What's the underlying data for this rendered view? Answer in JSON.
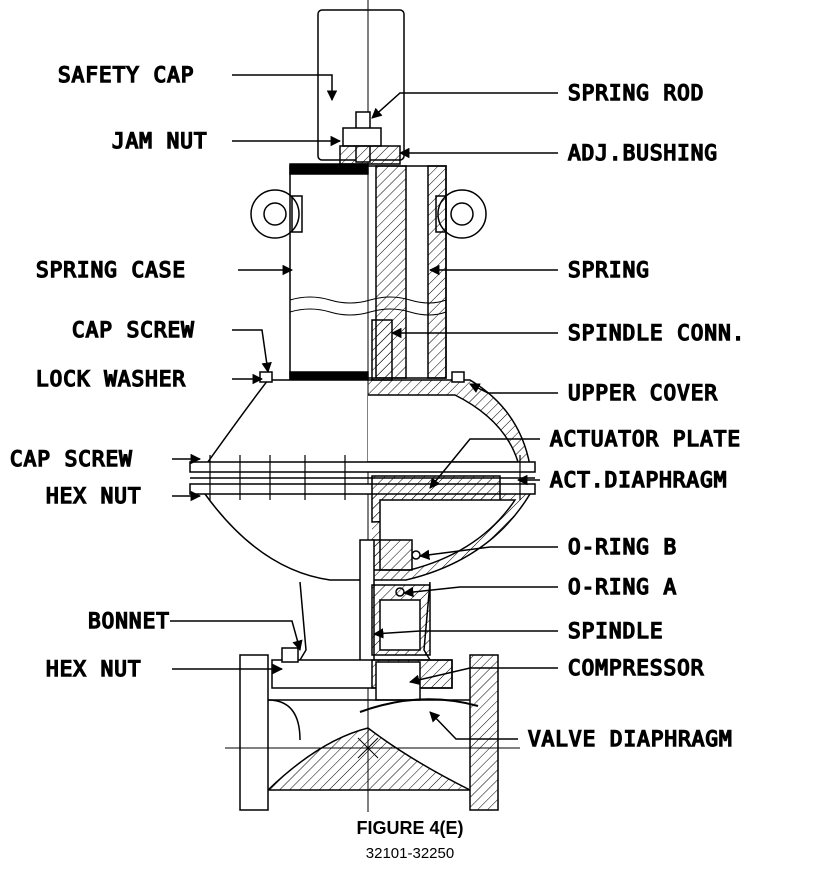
{
  "figure": {
    "title": "FIGURE 4(E)",
    "range": "32101-32250"
  },
  "labels": {
    "left": {
      "safety_cap": "SAFETY CAP",
      "jam_nut": "JAM NUT",
      "spring_case": "SPRING CASE",
      "cap_screw_upper": "CAP SCREW",
      "lock_washer": "LOCK WASHER",
      "cap_screw_lower": "CAP SCREW",
      "hex_nut_upper": "HEX NUT",
      "bonnet": "BONNET",
      "hex_nut_lower": "HEX NUT"
    },
    "right": {
      "spring_rod": "SPRING ROD",
      "adj_bushing": "ADJ.BUSHING",
      "spring": "SPRING",
      "spindle_conn": "SPINDLE CONN.",
      "upper_cover": "UPPER COVER",
      "actuator_plate": "ACTUATOR PLATE",
      "act_diaphragm": "ACT.DIAPHRAGM",
      "o_ring_b": "O-RING B",
      "o_ring_a": "O-RING A",
      "spindle": "SPINDLE",
      "compressor": "COMPRESSOR",
      "valve_diaphragm": "VALVE DIAPHRAGM"
    }
  },
  "colors": {
    "ink": "#000000",
    "paper": "#ffffff"
  }
}
